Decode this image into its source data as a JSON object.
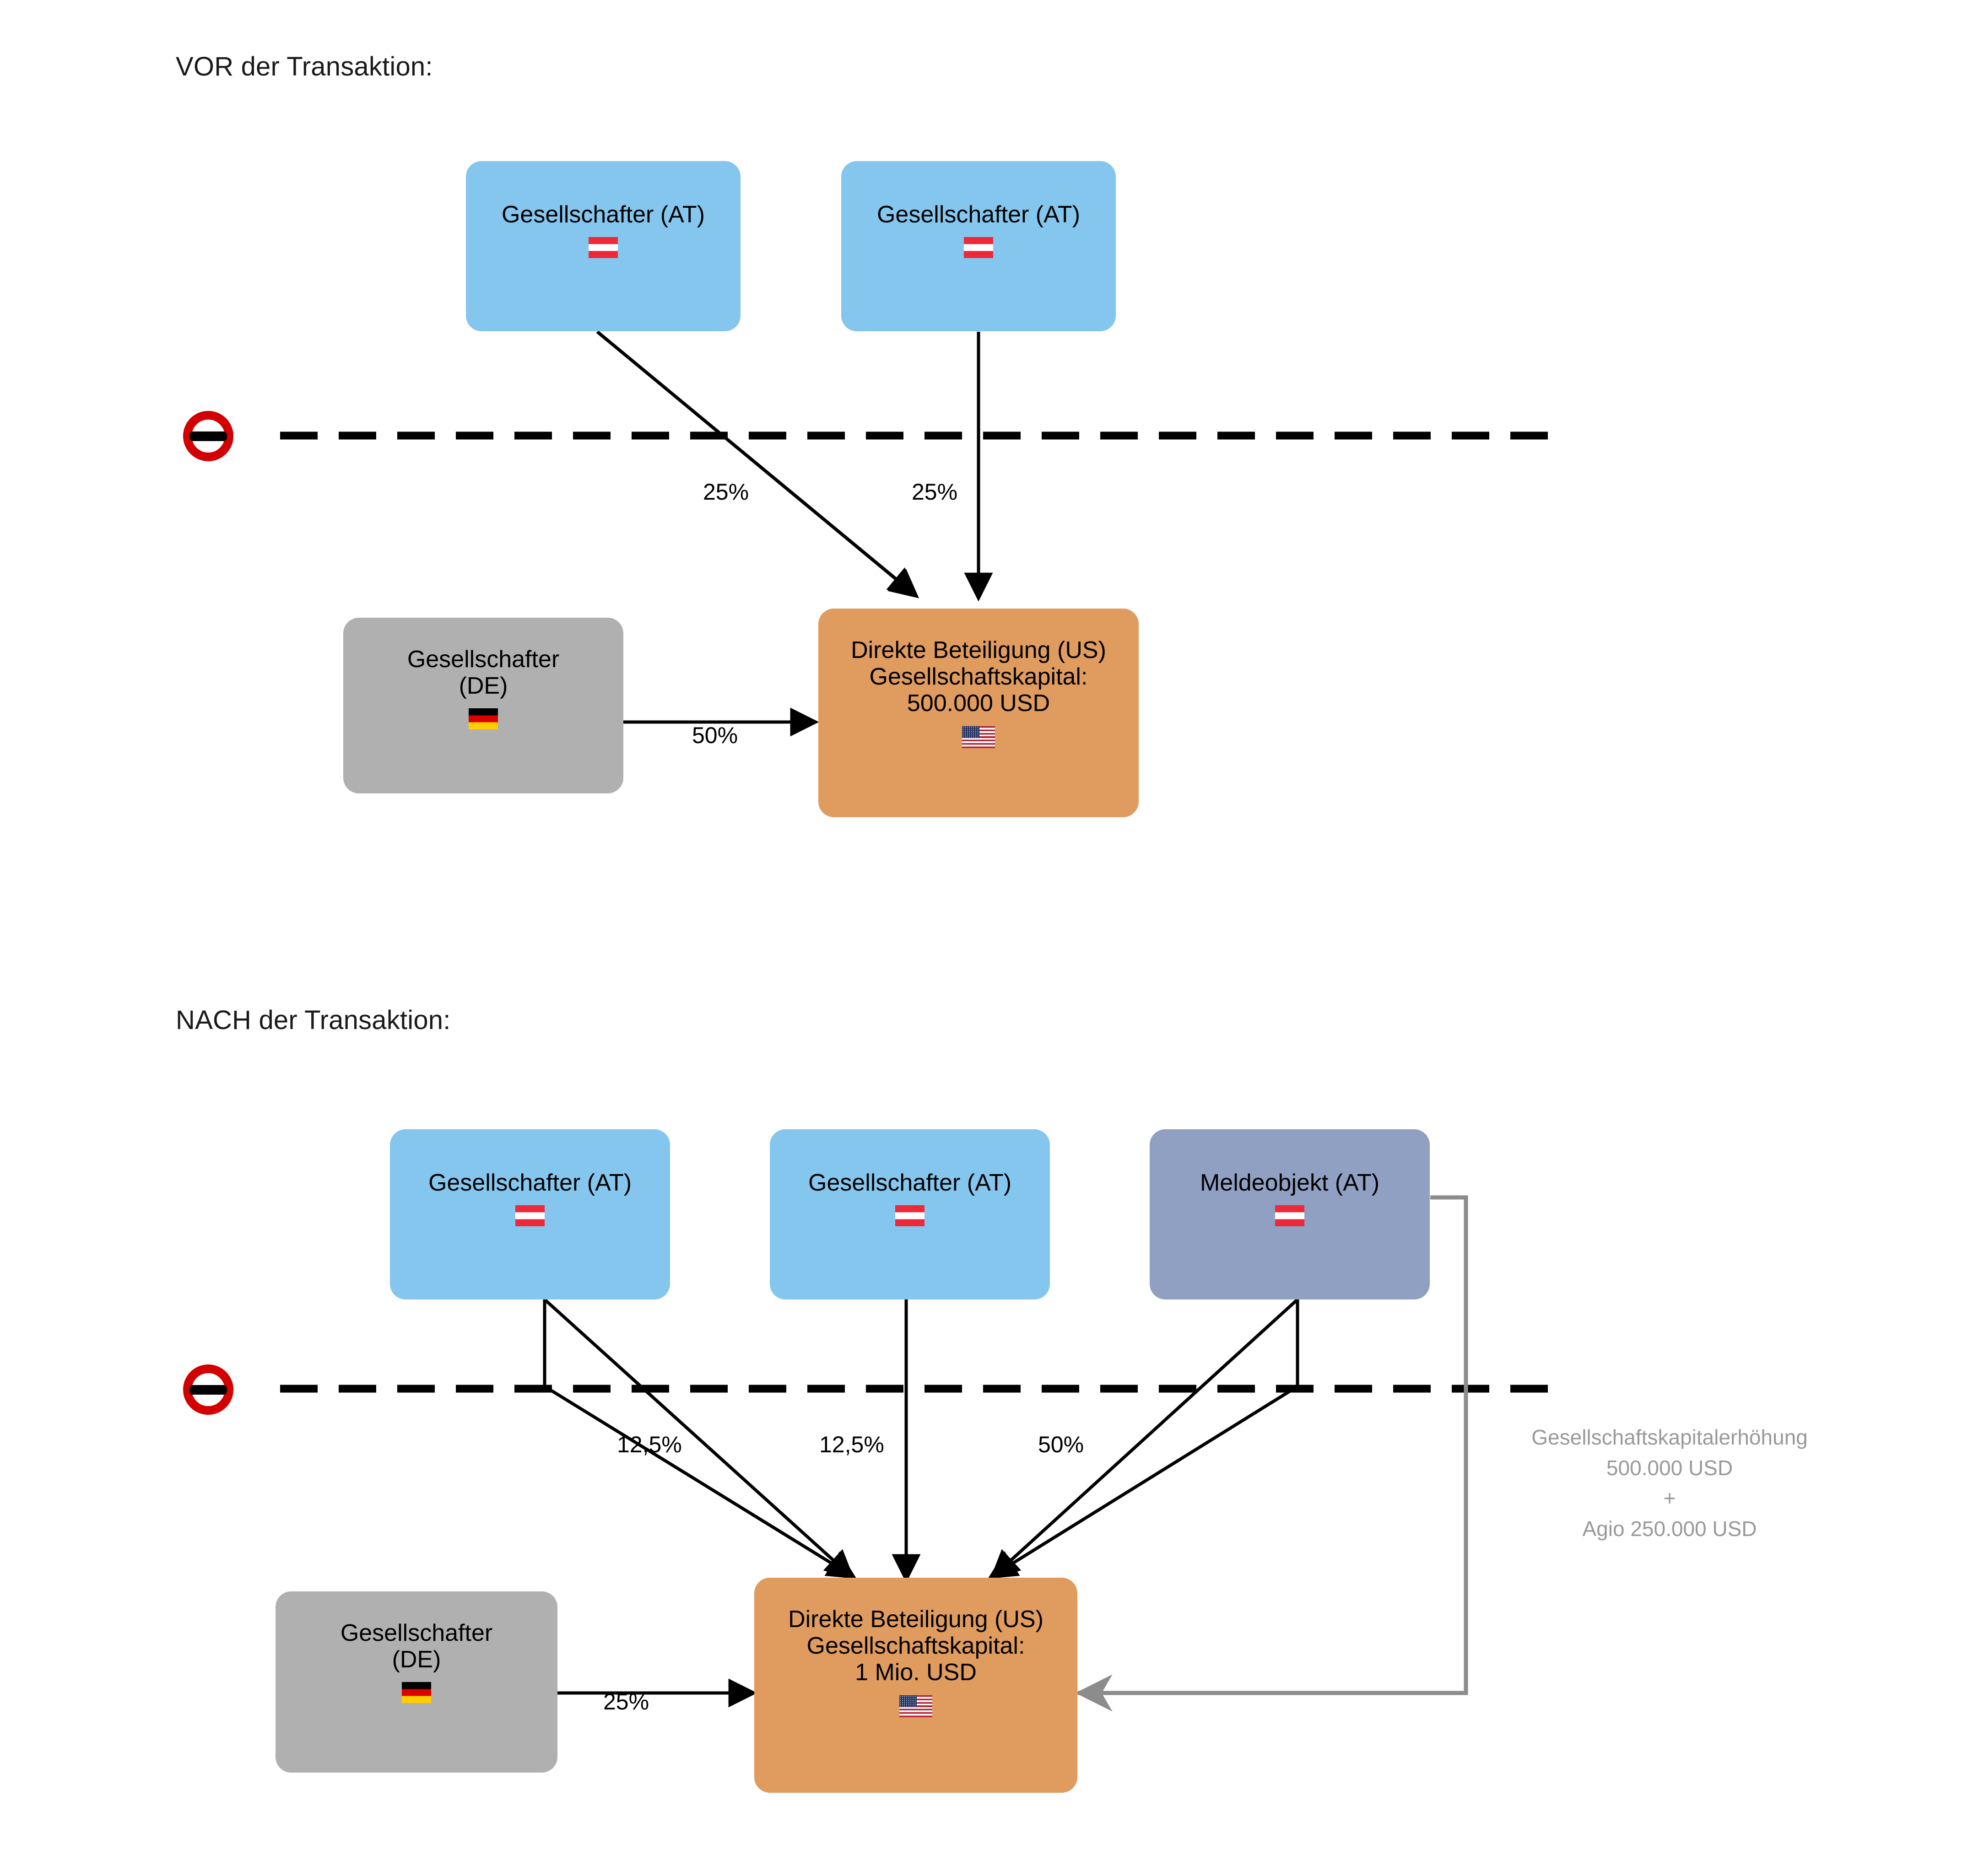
{
  "diagram": {
    "title_before": "VOR der Transaktion:",
    "title_after": "NACH der Transaktion:"
  },
  "colors": {
    "blue_node": "#85C6EE",
    "grey_node": "#B0B0B0",
    "orange_node": "#E09B5F",
    "slate_node": "#8FA0C3",
    "border_line": "#000000",
    "stop_ring": "#D20000",
    "annotation_text": "#999999",
    "grey_connector": "#8C8C8C"
  },
  "before": {
    "nodes": {
      "shareholder_at_1": {
        "label": "Gesellschafter (AT)",
        "flag": "flag-at"
      },
      "shareholder_at_2": {
        "label": "Gesellschafter (AT)",
        "flag": "flag-at"
      },
      "shareholder_de": {
        "label_line1": "Gesellschafter",
        "label_line2": "(DE)",
        "flag": "flag-de"
      },
      "direct_holding_us": {
        "label_line1": "Direkte Beteiligung (US)",
        "label_line2": "Gesellschaftskapital:",
        "label_line3": "500.000 USD",
        "flag": "flag-us"
      }
    },
    "edges": [
      {
        "from": "shareholder_at_1",
        "to": "direct_holding_us",
        "label": "25%"
      },
      {
        "from": "shareholder_at_2",
        "to": "direct_holding_us",
        "label": "25%"
      },
      {
        "from": "shareholder_de",
        "to": "direct_holding_us",
        "label": "50%"
      }
    ],
    "border_icon": "no-entry-icon"
  },
  "after": {
    "nodes": {
      "shareholder_at_1": {
        "label": "Gesellschafter (AT)",
        "flag": "flag-at"
      },
      "shareholder_at_2": {
        "label": "Gesellschafter (AT)",
        "flag": "flag-at"
      },
      "reporting_entity_at": {
        "label": "Meldeobjekt (AT)",
        "flag": "flag-at"
      },
      "shareholder_de": {
        "label_line1": "Gesellschafter",
        "label_line2": "(DE)",
        "flag": "flag-de"
      },
      "direct_holding_us": {
        "label_line1": "Direkte Beteiligung (US)",
        "label_line2": "Gesellschaftskapital:",
        "label_line3": "1 Mio. USD",
        "flag": "flag-us"
      }
    },
    "edges": [
      {
        "from": "shareholder_at_1",
        "to": "direct_holding_us",
        "label": "12,5%"
      },
      {
        "from": "shareholder_at_2",
        "to": "direct_holding_us",
        "label": "12,5%"
      },
      {
        "from": "reporting_entity_at",
        "to": "direct_holding_us",
        "label": "50%"
      },
      {
        "from": "shareholder_de",
        "to": "direct_holding_us",
        "label": "25%"
      }
    ],
    "capital_increase_note": {
      "line1": "Gesellschaftskapitalerhöhung",
      "line2": "500.000 USD",
      "line3": "+",
      "line4": "Agio 250.000 USD"
    },
    "border_icon": "no-entry-icon"
  }
}
